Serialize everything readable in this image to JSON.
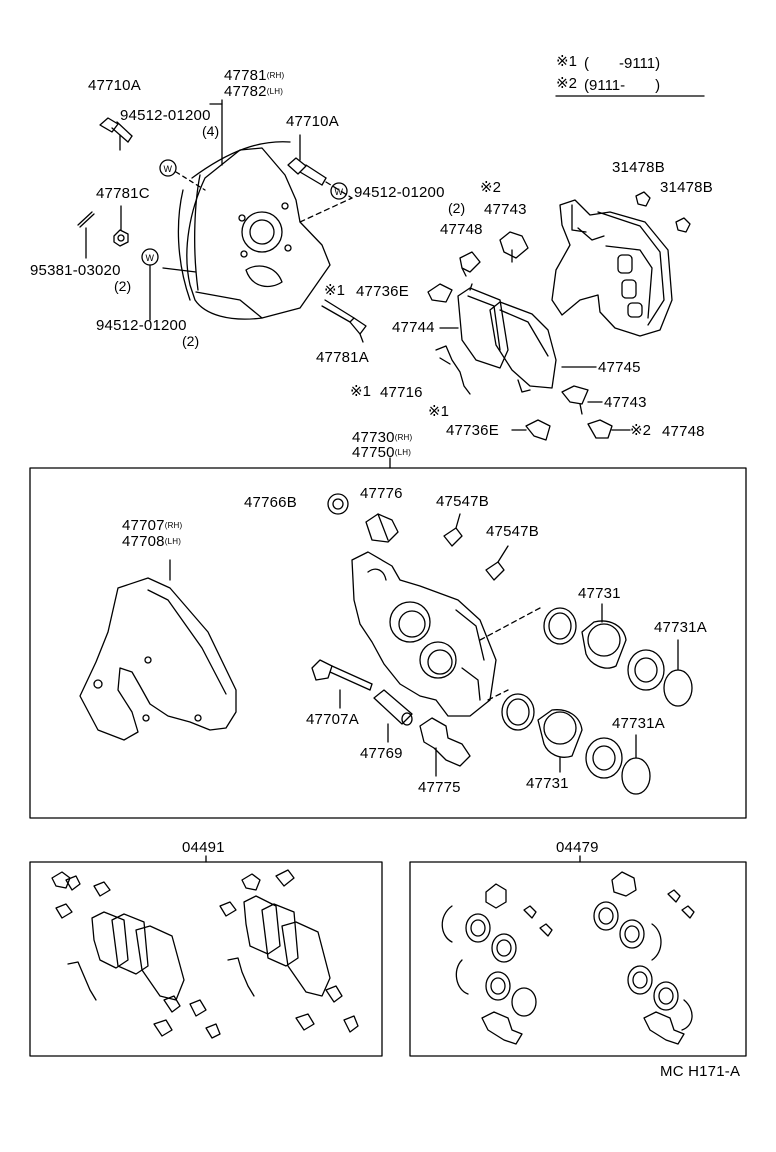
{
  "legend": {
    "mark1": "※1",
    "range1": "(　　-9111)",
    "mark2": "※2",
    "range2": "(9111-　　)"
  },
  "parts": {
    "p47710A_a": "47710A",
    "p94512_a": "94512-01200",
    "p94512_a_qty": "(4)",
    "p47781": "47781",
    "p47782": "47782",
    "rh": "(RH)",
    "lh": "(LH)",
    "p47710A_b": "47710A",
    "p47781C": "47781C",
    "p94512_b": "94512-01200",
    "p94512_b_qty": "(2)",
    "p95381": "95381-03020",
    "p95381_qty": "(2)",
    "p94512_c": "94512-01200",
    "p94512_c_qty": "(2)",
    "p47781A": "47781A",
    "p31478B_a": "31478B",
    "p31478B_b": "31478B",
    "p47743_a": "47743",
    "p47748_a": "47748",
    "p47736E_a": "47736E",
    "p47744": "47744",
    "p47745": "47745",
    "p47716": "47716",
    "p47743_b": "47743",
    "p47736E_b": "47736E",
    "p47748_b": "47748",
    "p47730": "47730",
    "p47750": "47750",
    "p47766B": "47766B",
    "p47776": "47776",
    "p47547B_a": "47547B",
    "p47547B_b": "47547B",
    "p47707": "47707",
    "p47708": "47708",
    "p47731_a": "47731",
    "p47731A_a": "47731A",
    "p47707A": "47707A",
    "p47769": "47769",
    "p47775": "47775",
    "p47731A_b": "47731A",
    "p47731_b": "47731",
    "p04491": "04491",
    "p04479": "04479"
  },
  "footer": {
    "code": "MC H171-A"
  }
}
